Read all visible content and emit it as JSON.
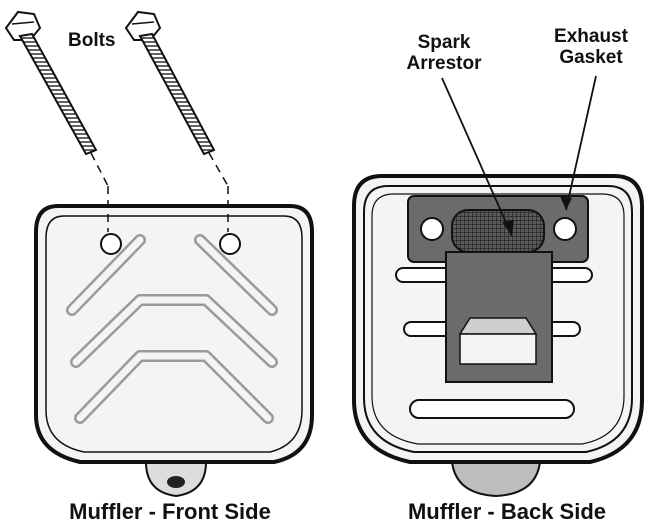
{
  "labels": {
    "bolts": "Bolts",
    "spark_arrestor_line1": "Spark",
    "spark_arrestor_line2": "Arrestor",
    "exhaust_gasket_line1": "Exhaust",
    "exhaust_gasket_line2": "Gasket"
  },
  "captions": {
    "front": "Muffler - Front Side",
    "back": "Muffler - Back Side"
  },
  "colors": {
    "outline": "#111111",
    "body": "#f4f4f4",
    "gasket": "#6b6b6b",
    "screen": "#3a3a3a",
    "rib": "#9a9a9a"
  }
}
